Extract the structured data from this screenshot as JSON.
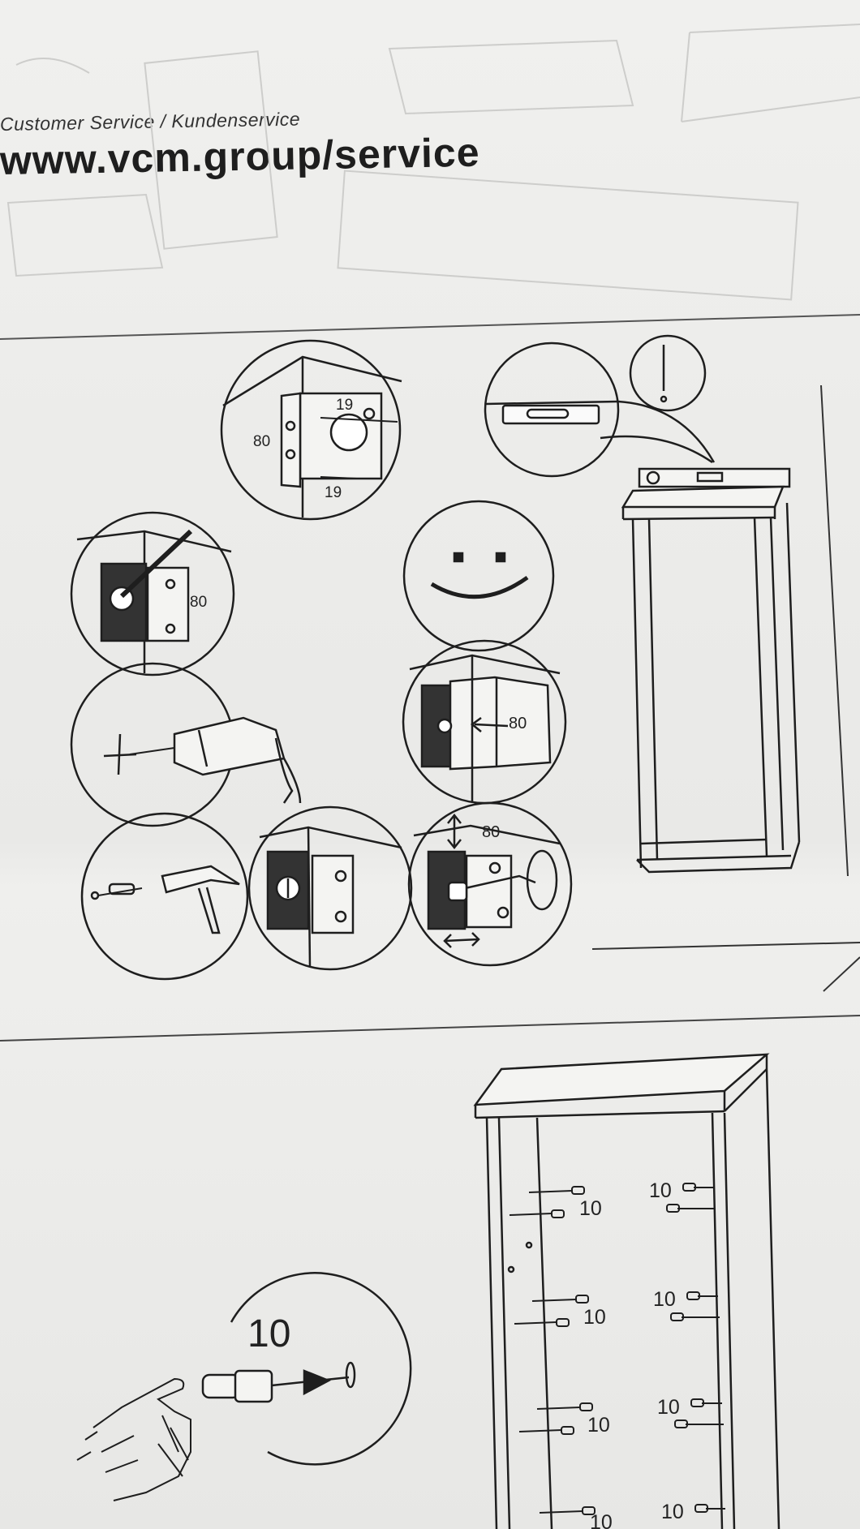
{
  "header": {
    "customer_service": "Customer Service / Kundenservice",
    "url": "www.vcm.group/service"
  },
  "step_top": {
    "bracket_labels": {
      "top_width": "19",
      "side": "80",
      "bottom_width": "19",
      "wall_mark": "80",
      "push_mark": "80",
      "adjust_mark": "80"
    }
  },
  "step_bottom": {
    "dowel_label": "10",
    "cabinet_dowel_labels": [
      "10",
      "10",
      "10",
      "10",
      "10",
      "10",
      "10",
      "10"
    ]
  },
  "colors": {
    "line": "#1e1e1e",
    "paper": "#ececea",
    "sketch": "#c8c8c6"
  }
}
